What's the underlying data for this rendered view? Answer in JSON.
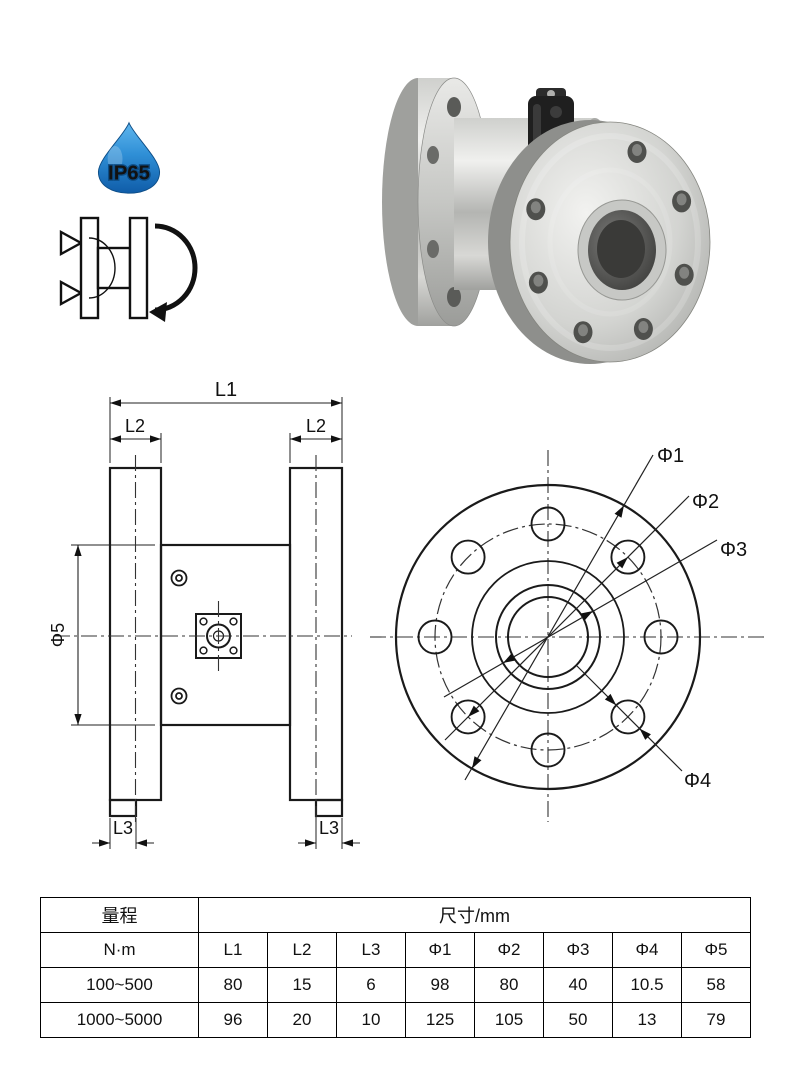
{
  "product": {
    "ip_rating": "IP65"
  },
  "side_view": {
    "labels": {
      "l1": "L1",
      "l2": "L2",
      "l3": "L3",
      "phi5": "Φ5"
    }
  },
  "front_view": {
    "labels": {
      "phi1": "Φ1",
      "phi2": "Φ2",
      "phi3": "Φ3",
      "phi4": "Φ4"
    }
  },
  "table": {
    "range_header": "量程",
    "dims_header": "尺寸/mm",
    "unit_label": "N·m",
    "dim_columns": [
      "L1",
      "L2",
      "L3",
      "Φ1",
      "Φ2",
      "Φ3",
      "Φ4",
      "Φ5"
    ],
    "rows": [
      {
        "range": "100~500",
        "values": [
          "80",
          "15",
          "6",
          "98",
          "80",
          "40",
          "10.5",
          "58"
        ]
      },
      {
        "range": "1000~5000",
        "values": [
          "96",
          "20",
          "10",
          "125",
          "105",
          "50",
          "13",
          "79"
        ]
      }
    ]
  },
  "colors": {
    "drop_blue_light": "#56b0ea",
    "drop_blue_dark": "#1266b8",
    "line": "#1a1a1a"
  }
}
